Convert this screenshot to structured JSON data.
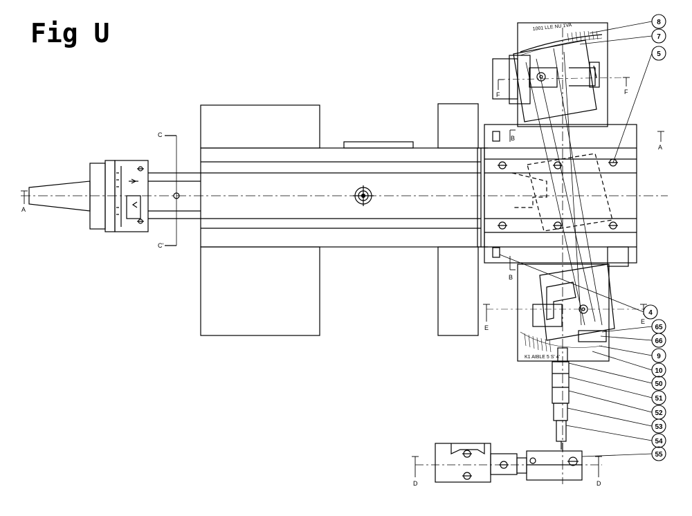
{
  "figure": {
    "title": "Fig U"
  },
  "sections": {
    "a_left": "A",
    "a_right": "A",
    "b_top": "B",
    "b_bottom": "B",
    "c_top": "C",
    "c_bottom": "C'",
    "d_left": "D",
    "d_right": "D",
    "e_left": "E",
    "e_right": "E",
    "f_left": "F",
    "f_right": "F"
  },
  "callouts": [
    "8",
    "7",
    "5",
    "4",
    "65",
    "66",
    "9",
    "10",
    "50",
    "51",
    "52",
    "53",
    "54",
    "55"
  ],
  "scale_marks": {
    "top_scale": "1001 LLE NU 1VA",
    "bottom_scale": "K1 AIBLE 5 S' 4'"
  },
  "colors": {
    "ink": "#000000",
    "paper": "#ffffff"
  }
}
